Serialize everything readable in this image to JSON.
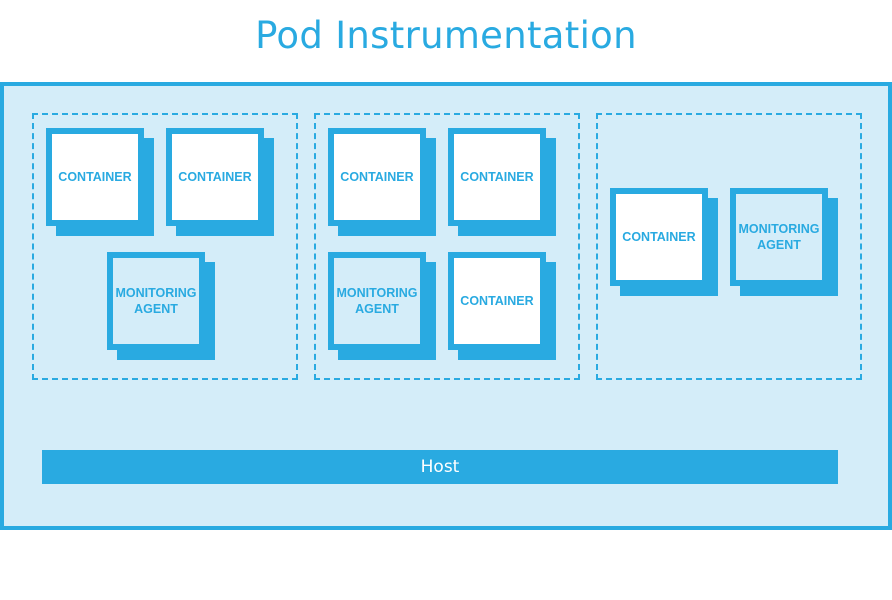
{
  "title": "Pod Instrumentation",
  "colors": {
    "accent": "#29aae1",
    "background_light": "#d4edf9",
    "container_fill": "#ffffff",
    "agent_fill": "#d4edf9"
  },
  "pods": [
    {
      "items": [
        {
          "type": "container",
          "label": "CONTAINER"
        },
        {
          "type": "container",
          "label": "CONTAINER"
        },
        {
          "type": "agent",
          "label": "MONITORING\nAGENT"
        }
      ]
    },
    {
      "items": [
        {
          "type": "container",
          "label": "CONTAINER"
        },
        {
          "type": "container",
          "label": "CONTAINER"
        },
        {
          "type": "agent",
          "label": "MONITORING\nAGENT"
        },
        {
          "type": "container",
          "label": "CONTAINER"
        }
      ]
    },
    {
      "items": [
        {
          "type": "container",
          "label": "CONTAINER"
        },
        {
          "type": "agent",
          "label": "MONITORING\nAGENT"
        }
      ]
    }
  ],
  "host": {
    "label": "Host"
  }
}
